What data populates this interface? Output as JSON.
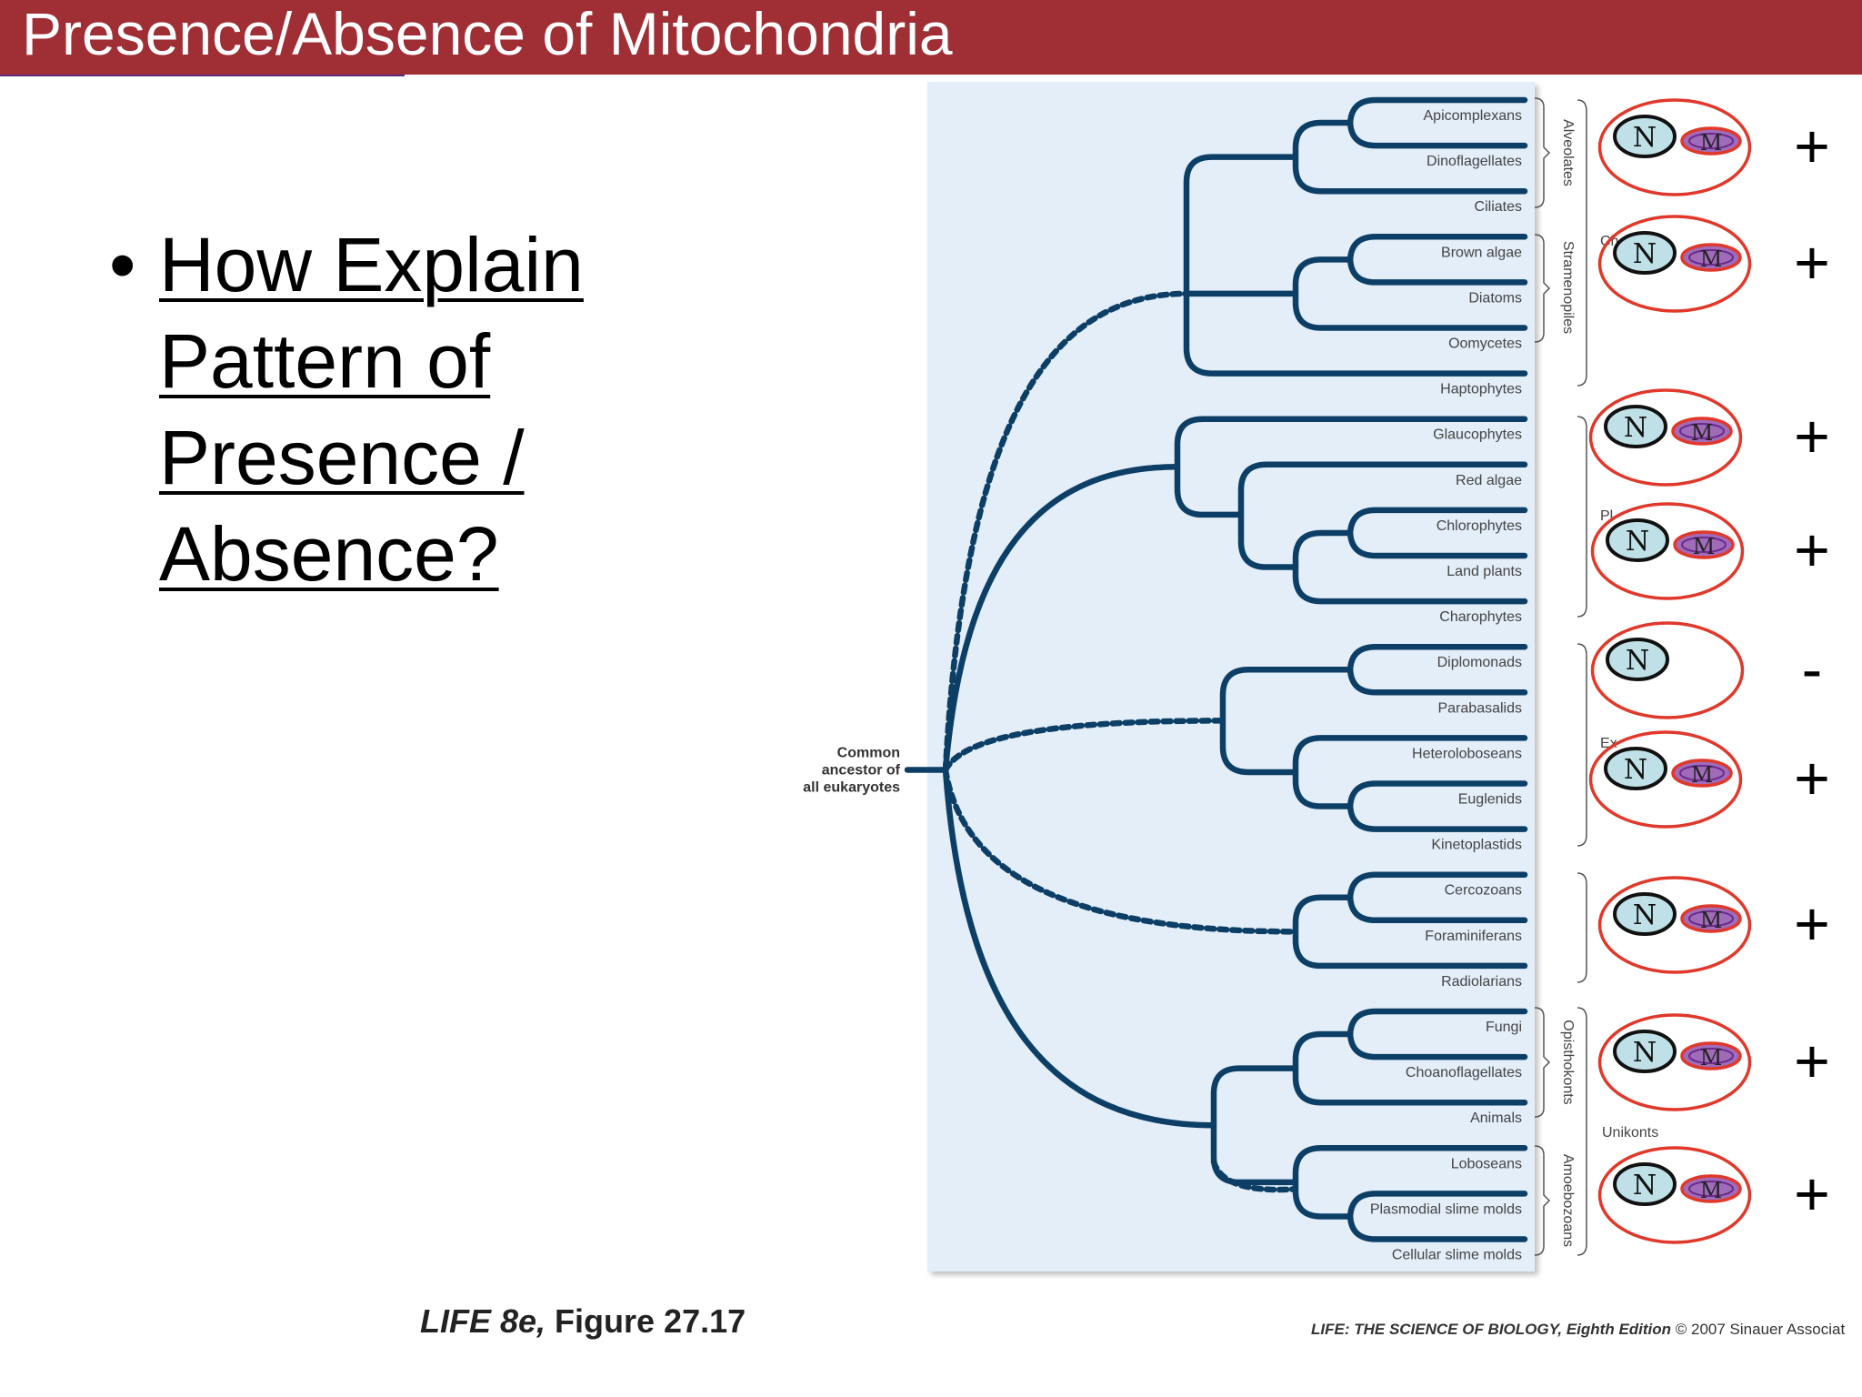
{
  "slide": {
    "title": "Presence/Absence of Mitochondria",
    "question": "How Explain Pattern of Presence / Absence?",
    "bullet": "•"
  },
  "figure": {
    "root_label_lines": [
      "Common",
      "ancestor of",
      "all eukaryotes"
    ],
    "taxa": [
      "Apicomplexans",
      "Dinoflagellates",
      "Ciliates",
      "Brown algae",
      "Diatoms",
      "Oomycetes",
      "Haptophytes",
      "Glaucophytes",
      "Red algae",
      "Chlorophytes",
      "Land plants",
      "Charophytes",
      "Diplomonads",
      "Parabasalids",
      "Heteroloboseans",
      "Euglenids",
      "Kinetoplastids",
      "Cercozoans",
      "Foraminiferans",
      "Radiolarians",
      "Fungi",
      "Choanoflagellates",
      "Animals",
      "Loboseans",
      "Plasmodial slime molds",
      "Cellular slime molds"
    ],
    "group_labels": [
      {
        "text": "Alveolates",
        "vertical": true
      },
      {
        "text": "Stramenopiles",
        "vertical": true
      },
      {
        "text": "Opisthokonts",
        "vertical": true
      },
      {
        "text": "Amoebozoans",
        "vertical": true
      },
      {
        "text": "Ch",
        "vertical": false
      },
      {
        "text": "Pl",
        "vertical": false
      },
      {
        "text": "Ex",
        "vertical": false
      },
      {
        "text": "Unikonts",
        "vertical": false
      }
    ],
    "caption_italic": "LIFE 8e,",
    "caption_rest": " Figure 27.17",
    "credit_italic": "LIFE: THE SCIENCE OF BIOLOGY, Eighth Edition",
    "credit_rest": "  © 2007 Sinauer Associat"
  },
  "cells": {
    "nucleus_letter": "N",
    "mito_letter": "M",
    "rows": [
      {
        "sign": "+",
        "has_mito": true
      },
      {
        "sign": "+",
        "has_mito": true
      },
      {
        "sign": "+",
        "has_mito": true
      },
      {
        "sign": "+",
        "has_mito": true
      },
      {
        "sign": "-",
        "has_mito": false
      },
      {
        "sign": "+",
        "has_mito": true
      },
      {
        "sign": "+",
        "has_mito": true
      },
      {
        "sign": "+",
        "has_mito": true
      },
      {
        "sign": "+",
        "has_mito": true
      }
    ]
  },
  "colors": {
    "title_bar": "#9f2f35",
    "panel": "#e3eef9",
    "branch": "#0d3f66",
    "cell_outline": "#e0392b",
    "nucleus_fill": "#bfe0e6",
    "mito_fill": "#a06bb8"
  }
}
